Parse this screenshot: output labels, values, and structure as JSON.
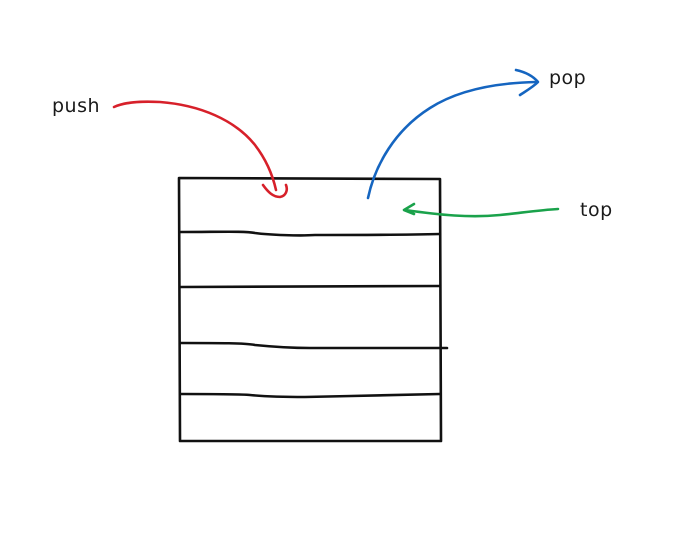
{
  "labels": {
    "push": "push",
    "pop": "pop",
    "top": "top"
  },
  "colors": {
    "push_arrow": "#d7202a",
    "pop_arrow": "#1565c0",
    "top_arrow": "#1aa24b",
    "stack_lines": "#111111"
  },
  "stack": {
    "slots": 5
  }
}
